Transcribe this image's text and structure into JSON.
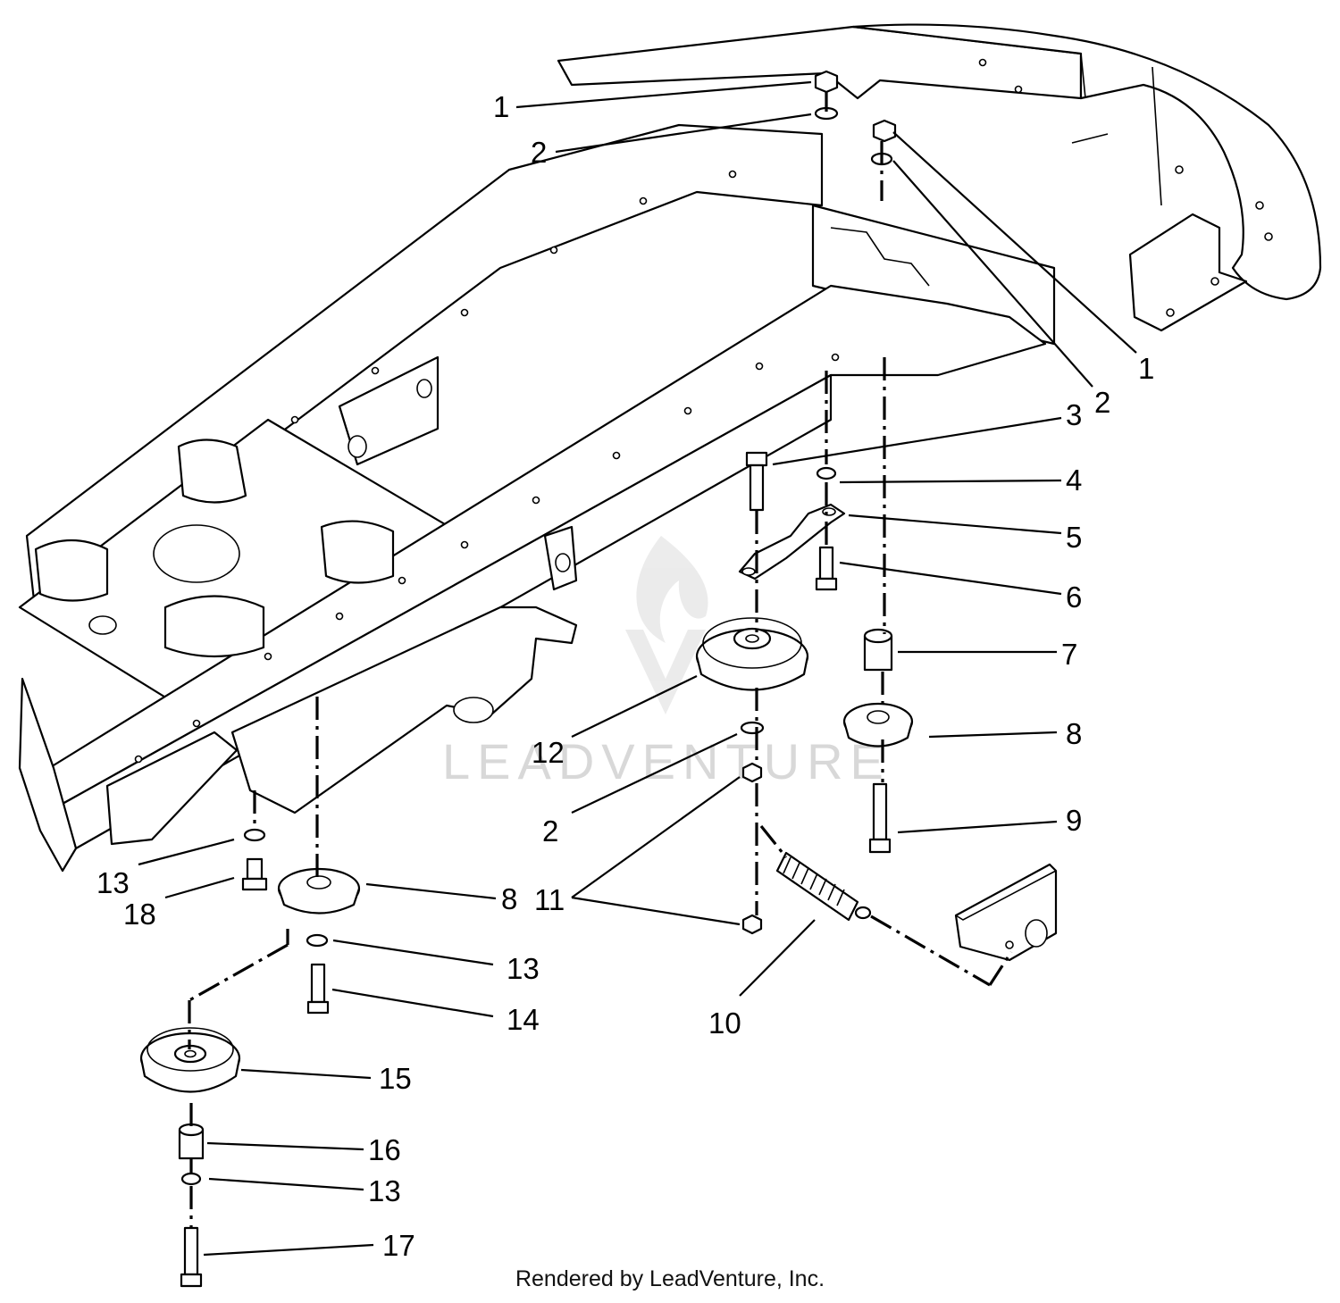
{
  "callouts": [
    {
      "id": "c1a",
      "label": "1"
    },
    {
      "id": "c2a",
      "label": "2"
    },
    {
      "id": "c1b",
      "label": "1"
    },
    {
      "id": "c2b",
      "label": "2"
    },
    {
      "id": "c3",
      "label": "3"
    },
    {
      "id": "c4",
      "label": "4"
    },
    {
      "id": "c5",
      "label": "5"
    },
    {
      "id": "c6",
      "label": "6"
    },
    {
      "id": "c7",
      "label": "7"
    },
    {
      "id": "c8a",
      "label": "8"
    },
    {
      "id": "c9",
      "label": "9"
    },
    {
      "id": "c12",
      "label": "12"
    },
    {
      "id": "c2c",
      "label": "2"
    },
    {
      "id": "c11",
      "label": "11"
    },
    {
      "id": "c10",
      "label": "10"
    },
    {
      "id": "c13a",
      "label": "13"
    },
    {
      "id": "c18",
      "label": "18"
    },
    {
      "id": "c8b",
      "label": "8"
    },
    {
      "id": "c13b",
      "label": "13"
    },
    {
      "id": "c14",
      "label": "14"
    },
    {
      "id": "c15",
      "label": "15"
    },
    {
      "id": "c16",
      "label": "16"
    },
    {
      "id": "c13c",
      "label": "13"
    },
    {
      "id": "c17",
      "label": "17"
    }
  ],
  "watermark": "LEADVENTURE",
  "credit": "Rendered by LeadVenture, Inc."
}
